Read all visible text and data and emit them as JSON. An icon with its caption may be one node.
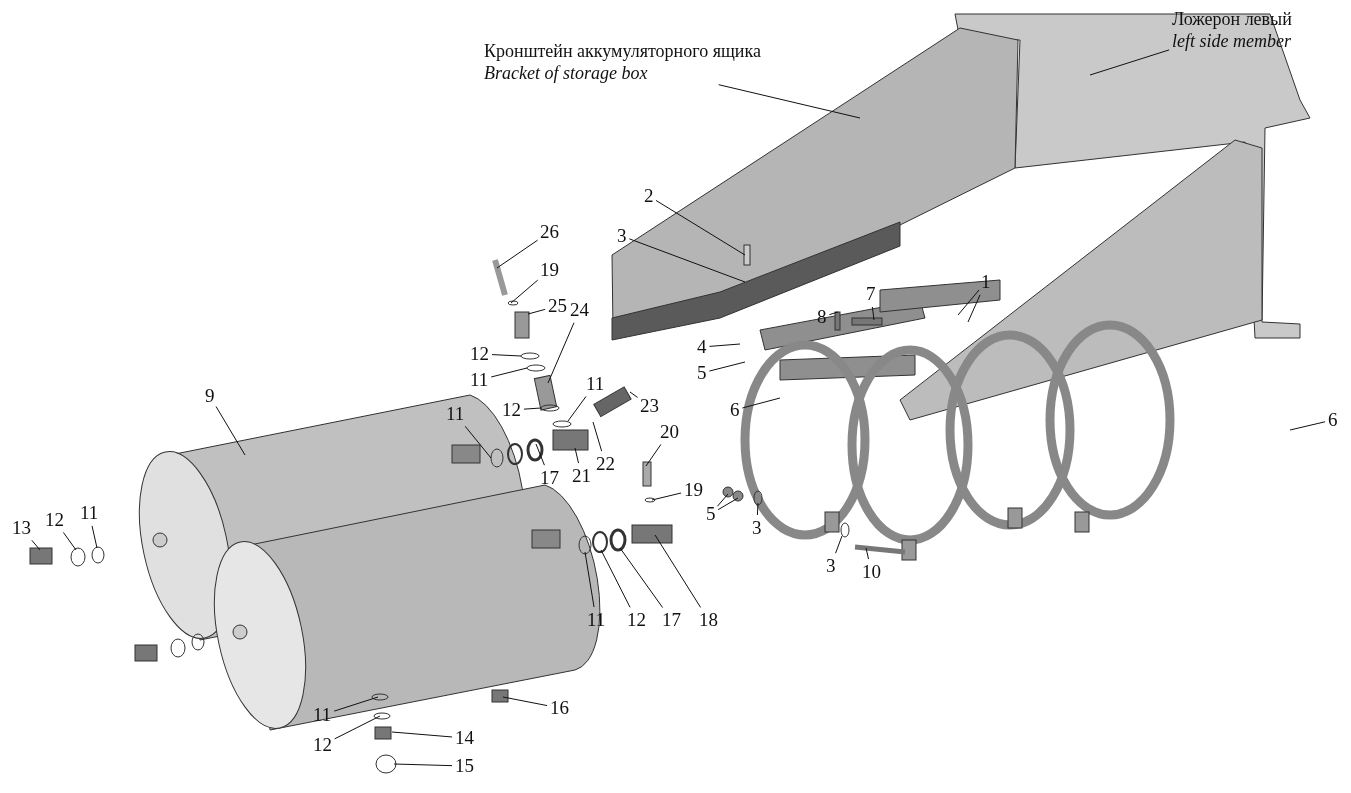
{
  "diagram": {
    "nodes": [
      {
        "text": [
          "Кронштейн аккумуляторного ящика",
          "Bracket of storage box"
        ]
      },
      {
        "text": [
          "Ложерон левый",
          "left side member"
        ]
      },
      {
        "text": [
          "2"
        ]
      },
      {
        "text": [
          "3"
        ]
      },
      {
        "text": [
          "1"
        ]
      },
      {
        "text": [
          "7"
        ]
      },
      {
        "text": [
          "8"
        ]
      },
      {
        "text": [
          "4"
        ]
      },
      {
        "text": [
          "5"
        ]
      },
      {
        "text": [
          "6"
        ]
      },
      {
        "text": [
          "6"
        ]
      },
      {
        "text": [
          "26"
        ]
      },
      {
        "text": [
          "19"
        ]
      },
      {
        "text": [
          "25"
        ]
      },
      {
        "text": [
          "12"
        ]
      },
      {
        "text": [
          "11"
        ]
      },
      {
        "text": [
          "24"
        ]
      },
      {
        "text": [
          "11"
        ]
      },
      {
        "text": [
          "12"
        ]
      },
      {
        "text": [
          "11"
        ]
      },
      {
        "text": [
          "23"
        ]
      },
      {
        "text": [
          "22"
        ]
      },
      {
        "text": [
          "21"
        ]
      },
      {
        "text": [
          "17"
        ]
      },
      {
        "text": [
          "20"
        ]
      },
      {
        "text": [
          "19"
        ]
      },
      {
        "text": [
          "5"
        ]
      },
      {
        "text": [
          "3"
        ]
      },
      {
        "text": [
          "18"
        ]
      },
      {
        "text": [
          "17"
        ]
      },
      {
        "text": [
          "12"
        ]
      },
      {
        "text": [
          "11"
        ]
      },
      {
        "text": [
          "9"
        ]
      },
      {
        "text": [
          "13"
        ]
      },
      {
        "text": [
          "12"
        ]
      },
      {
        "text": [
          "11"
        ]
      },
      {
        "text": [
          "3"
        ]
      },
      {
        "text": [
          "10"
        ]
      },
      {
        "text": [
          "11"
        ]
      },
      {
        "text": [
          "12"
        ]
      },
      {
        "text": [
          "14"
        ]
      },
      {
        "text": [
          "15"
        ]
      },
      {
        "text": [
          "16"
        ]
      }
    ],
    "edges": [
      {
        "from": 0,
        "to": null,
        "arrow": "none"
      },
      {
        "from": 1,
        "to": null,
        "arrow": "none"
      },
      {
        "from": 2,
        "to": null,
        "arrow": "none"
      },
      {
        "from": 3,
        "to": null,
        "arrow": "none"
      },
      {
        "from": 4,
        "to": null,
        "arrow": "none"
      },
      {
        "from": 4,
        "to": null,
        "arrow": "none"
      },
      {
        "from": 5,
        "to": null,
        "arrow": "none"
      },
      {
        "from": 6,
        "to": null,
        "arrow": "none"
      },
      {
        "from": 7,
        "to": null,
        "arrow": "none"
      },
      {
        "from": 8,
        "to": null,
        "arrow": "none"
      },
      {
        "from": 9,
        "to": null,
        "arrow": "none"
      },
      {
        "from": 10,
        "to": null,
        "arrow": "none"
      },
      {
        "from": 11,
        "to": null,
        "arrow": "none"
      },
      {
        "from": 12,
        "to": null,
        "arrow": "none"
      },
      {
        "from": 13,
        "to": null,
        "arrow": "none"
      },
      {
        "from": 14,
        "to": null,
        "arrow": "none"
      },
      {
        "from": 15,
        "to": null,
        "arrow": "none"
      },
      {
        "from": 16,
        "to": null,
        "arrow": "none"
      },
      {
        "from": 17,
        "to": null,
        "arrow": "none"
      },
      {
        "from": 18,
        "to": null,
        "arrow": "none"
      },
      {
        "from": 19,
        "to": null,
        "arrow": "none"
      },
      {
        "from": 20,
        "to": null,
        "arrow": "none"
      },
      {
        "from": 21,
        "to": null,
        "arrow": "none"
      },
      {
        "from": 22,
        "to": null,
        "arrow": "none"
      },
      {
        "from": 23,
        "to": null,
        "arrow": "none"
      },
      {
        "from": 24,
        "to": null,
        "arrow": "none"
      },
      {
        "from": 25,
        "to": null,
        "arrow": "none"
      },
      {
        "from": 26,
        "to": null,
        "arrow": "none"
      },
      {
        "from": 26,
        "to": null,
        "arrow": "none"
      },
      {
        "from": 27,
        "to": null,
        "arrow": "none"
      },
      {
        "from": 28,
        "to": null,
        "arrow": "none"
      },
      {
        "from": 29,
        "to": null,
        "arrow": "none"
      },
      {
        "from": 30,
        "to": null,
        "arrow": "none"
      },
      {
        "from": 31,
        "to": null,
        "arrow": "none"
      },
      {
        "from": 32,
        "to": null,
        "arrow": "none"
      },
      {
        "from": 33,
        "to": null,
        "arrow": "none"
      },
      {
        "from": 34,
        "to": null,
        "arrow": "none"
      },
      {
        "from": 35,
        "to": null,
        "arrow": "none"
      },
      {
        "from": 36,
        "to": null,
        "arrow": "none"
      },
      {
        "from": 37,
        "to": null,
        "arrow": "none"
      },
      {
        "from": 38,
        "to": null,
        "arrow": "none"
      },
      {
        "from": 39,
        "to": null,
        "arrow": "none"
      },
      {
        "from": 40,
        "to": null,
        "arrow": "none"
      },
      {
        "from": 41,
        "to": null,
        "arrow": "none"
      },
      {
        "from": 42,
        "to": null,
        "arrow": "none"
      }
    ]
  }
}
